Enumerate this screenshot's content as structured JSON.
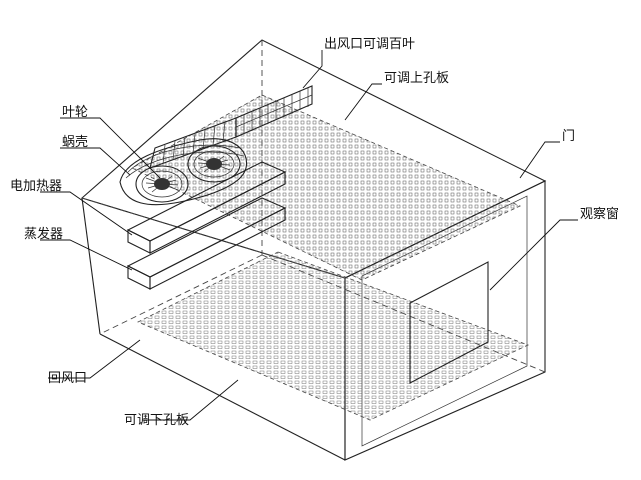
{
  "labels": {
    "outlet_louver": "出风口可调百叶",
    "upper_plate": "可调上孔板",
    "impeller": "叶轮",
    "volute": "蜗壳",
    "door": "门",
    "heater": "电加热器",
    "window": "观察窗",
    "evaporator": "蒸发器",
    "return_vent": "回风口",
    "lower_plate": "可调下孔板"
  },
  "colors": {
    "line": "#222222",
    "background": "#ffffff"
  }
}
